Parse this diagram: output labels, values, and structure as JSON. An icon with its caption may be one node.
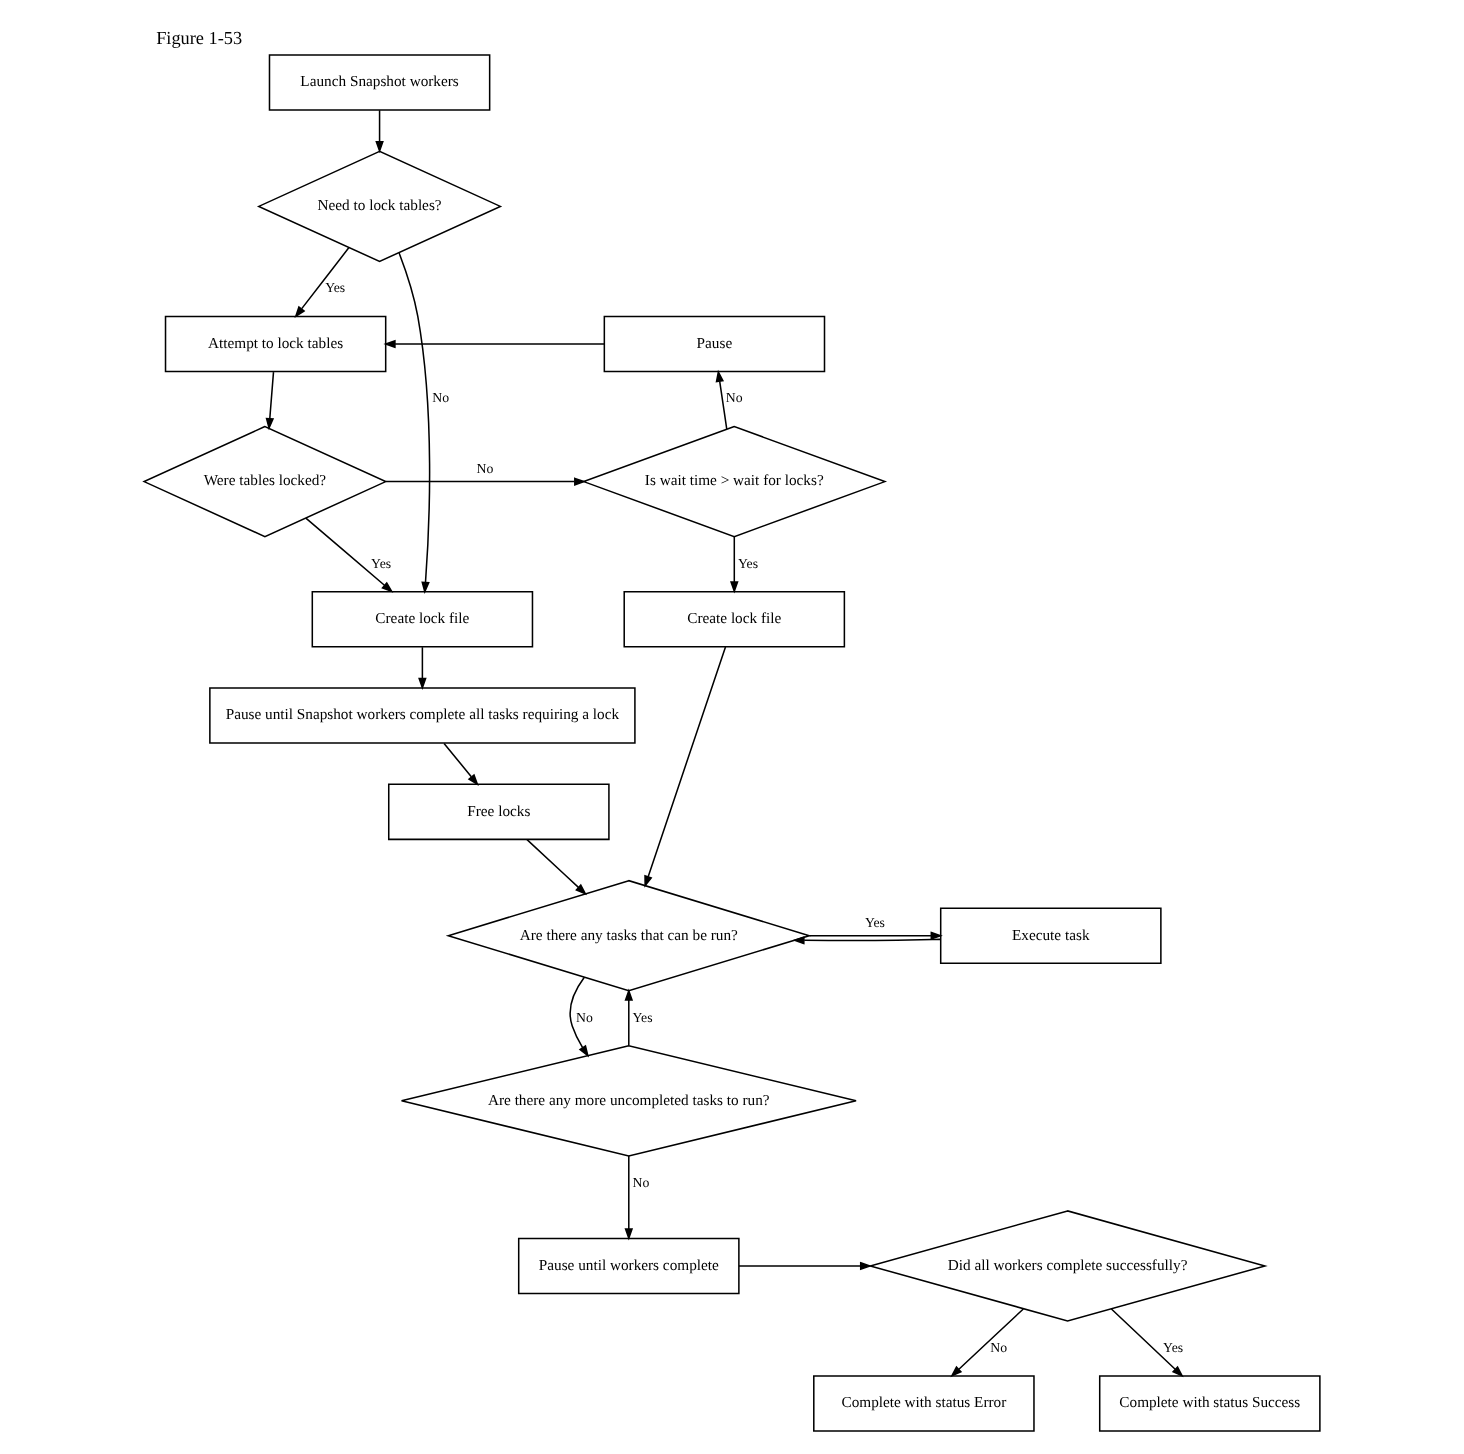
{
  "diagram": {
    "title": "Figure 1-53",
    "nodes": [
      {
        "text": [
          "Launch Snapshot workers"
        ]
      },
      {
        "text": [
          "Need to lock tables?"
        ]
      },
      {
        "text": [
          "Pause"
        ]
      },
      {
        "text": [
          "Attempt to lock tables"
        ]
      },
      {
        "text": [
          "Is wait time > wait for locks?"
        ]
      },
      {
        "text": [
          "Were tables locked?"
        ]
      },
      {
        "text": [
          "Create lock file"
        ]
      },
      {
        "text": [
          "Create lock file"
        ]
      },
      {
        "text": [
          "Pause until Snapshot workers complete all tasks requiring a lock"
        ]
      },
      {
        "text": [
          "Free locks"
        ]
      },
      {
        "text": [
          "Execute task"
        ]
      },
      {
        "text": [
          "Are there any tasks that can be run?"
        ]
      },
      {
        "text": [
          "Are there any more uncompleted tasks to run?"
        ]
      },
      {
        "text": [
          "Complete with status Error"
        ]
      },
      {
        "text": [
          "Did all workers complete successfully?"
        ]
      },
      {
        "text": [
          "Pause until workers complete"
        ]
      },
      {
        "text": [
          "Complete with status Success"
        ]
      }
    ],
    "edges": [
      {
        "from": 0,
        "to": 1,
        "arrow": "to"
      },
      {
        "from": 1,
        "to": 3,
        "arrow": "to",
        "label": "Yes"
      },
      {
        "from": 1,
        "to": 7,
        "arrow": "to",
        "label": "No"
      },
      {
        "from": 2,
        "to": 3,
        "arrow": "to"
      },
      {
        "from": 3,
        "to": 5,
        "arrow": "to"
      },
      {
        "from": 5,
        "to": 4,
        "arrow": "to",
        "label": "No"
      },
      {
        "from": 5,
        "to": 7,
        "arrow": "to",
        "label": "Yes"
      },
      {
        "from": 4,
        "to": 2,
        "arrow": "to",
        "label": "No"
      },
      {
        "from": 4,
        "to": 6,
        "arrow": "to",
        "label": "Yes"
      },
      {
        "from": 7,
        "to": 8,
        "arrow": "to"
      },
      {
        "from": 8,
        "to": 9,
        "arrow": "to"
      },
      {
        "from": 9,
        "to": 11,
        "arrow": "to"
      },
      {
        "from": 6,
        "to": 11,
        "arrow": "to"
      },
      {
        "from": 10,
        "to": 11,
        "arrow": "to"
      },
      {
        "from": 11,
        "to": 10,
        "arrow": "to",
        "label": "Yes"
      },
      {
        "from": 11,
        "to": 12,
        "arrow": "to",
        "label": "No"
      },
      {
        "from": 12,
        "to": 11,
        "arrow": "to",
        "label": "Yes"
      },
      {
        "from": 12,
        "to": 15,
        "arrow": "to",
        "label": "No"
      },
      {
        "from": 15,
        "to": 14,
        "arrow": "to"
      },
      {
        "from": 14,
        "to": 13,
        "arrow": "to",
        "label": "No"
      },
      {
        "from": 14,
        "to": 16,
        "arrow": "to",
        "label": "Yes"
      }
    ]
  }
}
